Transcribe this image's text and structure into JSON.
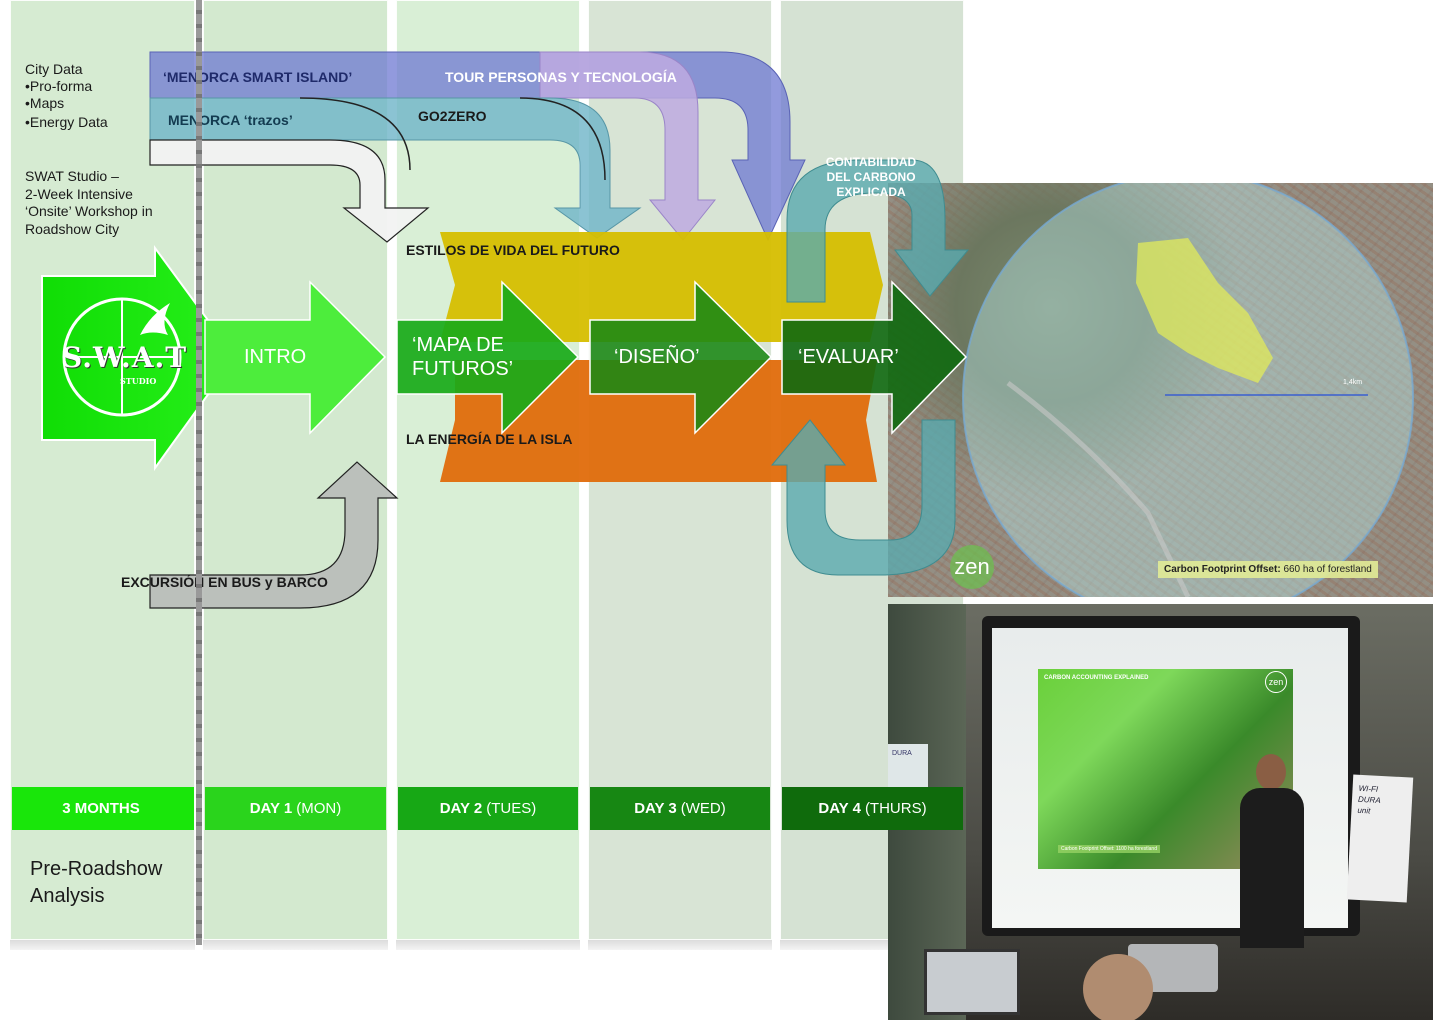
{
  "left_notes": {
    "city_data_title": "City Data",
    "city_data_items": [
      "•Pro-forma",
      "•Maps",
      "•Energy Data"
    ],
    "swat_lines": [
      "SWAT Studio –",
      "2-Week Intensive",
      "‘Onsite’ Workshop in",
      "Roadshow City"
    ]
  },
  "logo": {
    "text": "S.W.A.T",
    "sub": "STUDIO"
  },
  "arrows": {
    "intro": "INTRO",
    "mapa_line1": "‘MAPA DE",
    "mapa_line2": "FUTUROS’",
    "diseno": "‘DISEÑO’",
    "evaluar": "‘EVALUAR’"
  },
  "bands": {
    "menorca_smart_island": "‘MENORCA SMART ISLAND’",
    "tour": "TOUR PERSONAS Y TECNOLOGÍA",
    "menorca_trazos": "MENORCA ‘trazos’",
    "go2zero": "GO2ZERO",
    "estilos": "ESTILOS DE VIDA DEL FUTURO",
    "energia": "LA ENERGÍA DE LA ISLA",
    "excursion": "EXCURSIÓN EN BUS y BARCO",
    "contabilidad_lines": [
      "CONTABILIDAD",
      "DEL CARBONO",
      "EXPLICADA"
    ]
  },
  "days": [
    {
      "bold": "3 MONTHS",
      "rest": ""
    },
    {
      "bold": "DAY 1",
      "rest": "(MON)"
    },
    {
      "bold": "DAY 2",
      "rest": "(TUES)"
    },
    {
      "bold": "DAY 3",
      "rest": "(WED)"
    },
    {
      "bold": "DAY 4",
      "rest": "(THURS)"
    }
  ],
  "pre_roadshow": [
    "Pre-Roadshow",
    "Analysis"
  ],
  "map": {
    "scale_label": "1,4km",
    "carbon_bold": "Carbon Footprint Offset:",
    "carbon_rest": "660 ha of forestland",
    "zen": "zen"
  },
  "photo": {
    "screen_title": "CARBON ACCOUNTING EXPLAINED",
    "screen_footer": "Carbon Footprint Offset: 1100 ha forestland",
    "screen_logo": "zen",
    "flip_lines": [
      "WI-FI",
      "DURA",
      "unit"
    ],
    "banner": "DURA"
  },
  "colors": {
    "logo_green": "#19e60a",
    "intro_green": "#4ded3c",
    "day1_green": "#2ad41c",
    "day2_green": "#17a815",
    "day3_green": "#178713",
    "day4_green": "#0f6b0c",
    "purple_band": "#7b88d8",
    "teal_band": "#7fbdc9",
    "yellow_band": "#d9c400",
    "orange_band": "#e06c0b"
  }
}
